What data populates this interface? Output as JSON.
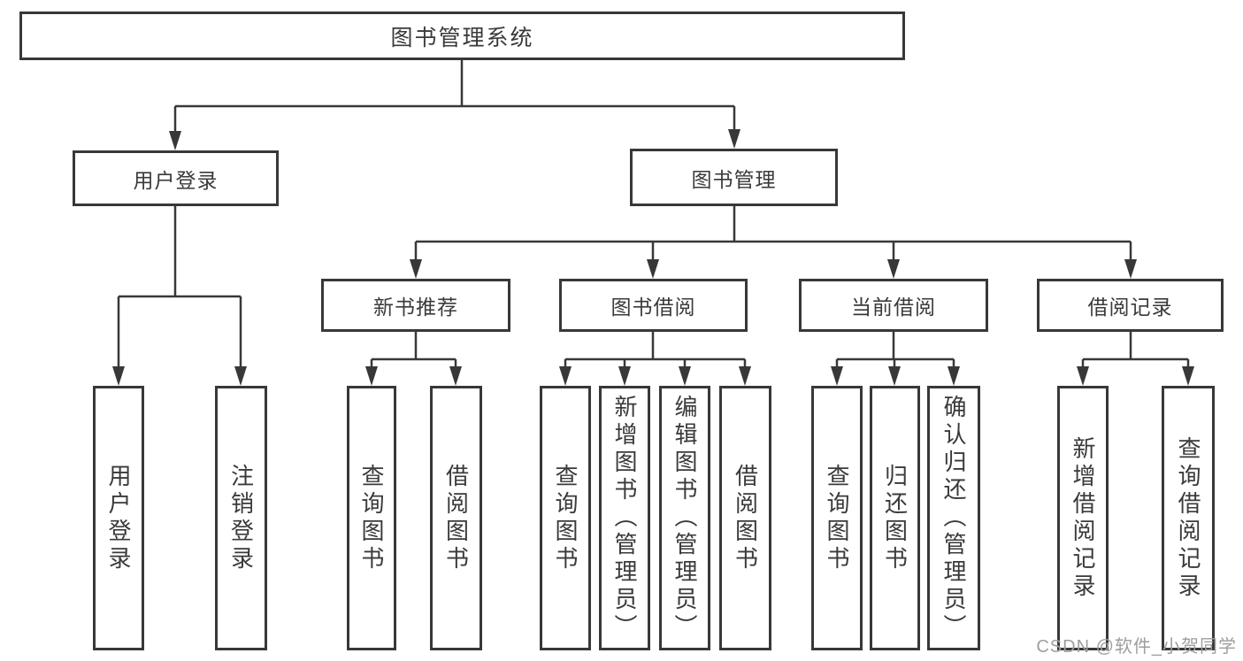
{
  "tree": {
    "label": "图书管理系统",
    "children": [
      {
        "label": "用户登录",
        "children": [
          {
            "label": "用户登录"
          },
          {
            "label": "注销登录"
          }
        ]
      },
      {
        "label": "图书管理",
        "children": [
          {
            "label": "新书推荐",
            "children": [
              {
                "label": "查询图书"
              },
              {
                "label": "借阅图书"
              }
            ]
          },
          {
            "label": "图书借阅",
            "children": [
              {
                "label": "查询图书"
              },
              {
                "label": "新增图书（管理员）"
              },
              {
                "label": "编辑图书（管理员）"
              },
              {
                "label": "借阅图书"
              }
            ]
          },
          {
            "label": "当前借阅",
            "children": [
              {
                "label": "查询图书"
              },
              {
                "label": "归还图书"
              },
              {
                "label": "确认归还（管理员）"
              }
            ]
          },
          {
            "label": "借阅记录",
            "children": [
              {
                "label": "新增借阅记录"
              },
              {
                "label": "查询借阅记录"
              }
            ]
          }
        ]
      }
    ]
  },
  "watermark": {
    "text": "CSDN @软件_小贺同学"
  },
  "colors": {
    "line": "#383838",
    "box_border": "#383838",
    "text": "#3a3a3a",
    "watermark": "#9e9e9e",
    "background": "#ffffff"
  }
}
